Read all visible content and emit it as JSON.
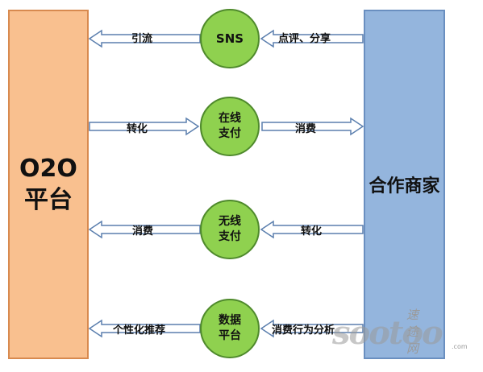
{
  "left_box": {
    "label": "O2O\n平台"
  },
  "right_box": {
    "label": "合作商家"
  },
  "rows": [
    {
      "circle": "SNS",
      "left_label": "引流",
      "right_label": "点评、分享",
      "direction": "to-left"
    },
    {
      "circle": "在线\n支付",
      "left_label": "转化",
      "right_label": "消费",
      "direction": "to-right"
    },
    {
      "circle": "无线\n支付",
      "left_label": "消费",
      "right_label": "转化",
      "direction": "to-left"
    },
    {
      "circle": "数据\n平台",
      "left_label": "个性化推荐",
      "right_label": "消费行为分析",
      "direction": "to-left"
    }
  ],
  "watermark": {
    "cn": "速途网",
    "en": "sootoo",
    "suffix": ".com"
  },
  "colors": {
    "left_box": "#f9c08f",
    "right_box": "#94b5dd",
    "circle": "#8fd14f",
    "arrow_fill": "#ffffff",
    "arrow_stroke": "#5b7fae"
  }
}
